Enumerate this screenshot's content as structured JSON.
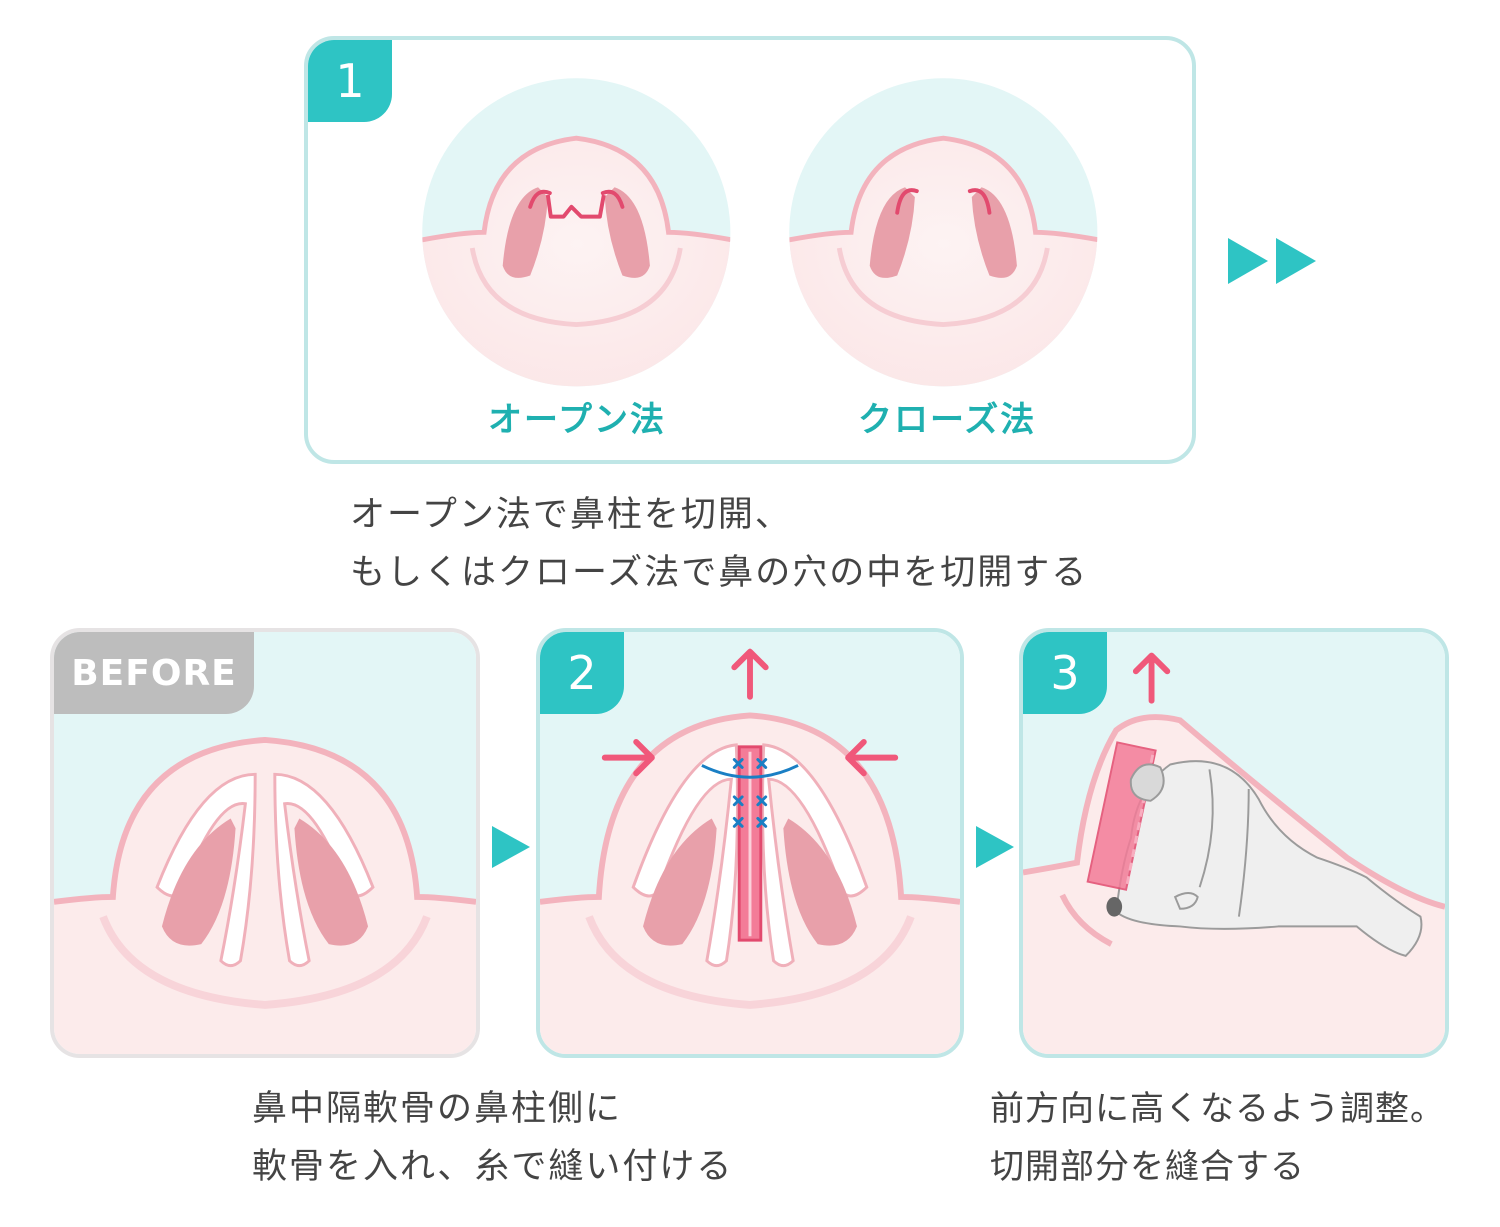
{
  "step1": {
    "badge": "1",
    "labels": {
      "open": "オープン法",
      "closed": "クローズ法"
    },
    "caption": [
      "オープン法で鼻柱を切開、",
      "もしくはクローズ法で鼻の穴の中を切開する"
    ]
  },
  "before": {
    "badge": "BEFORE"
  },
  "step2": {
    "badge": "2",
    "caption": [
      "鼻中隔軟骨の鼻柱側に",
      "軟骨を入れ、糸で縫い付ける"
    ]
  },
  "step3": {
    "badge": "3",
    "caption": [
      "前方向に高くなるよう調整。",
      "切開部分を縫合する"
    ]
  },
  "colors": {
    "teal": "#2ec4c4",
    "teal_light": "#e3f6f6",
    "skin": "#fcebeb",
    "nostril": "#e8a0aa",
    "arrow": "#f0587a",
    "suture": "#1a7fc4",
    "grey_badge": "#bdbdbd"
  },
  "icons": [
    "double-play-arrow-icon",
    "play-arrow-icon",
    "up-arrow-icon",
    "right-arrow-icon",
    "left-arrow-icon"
  ]
}
